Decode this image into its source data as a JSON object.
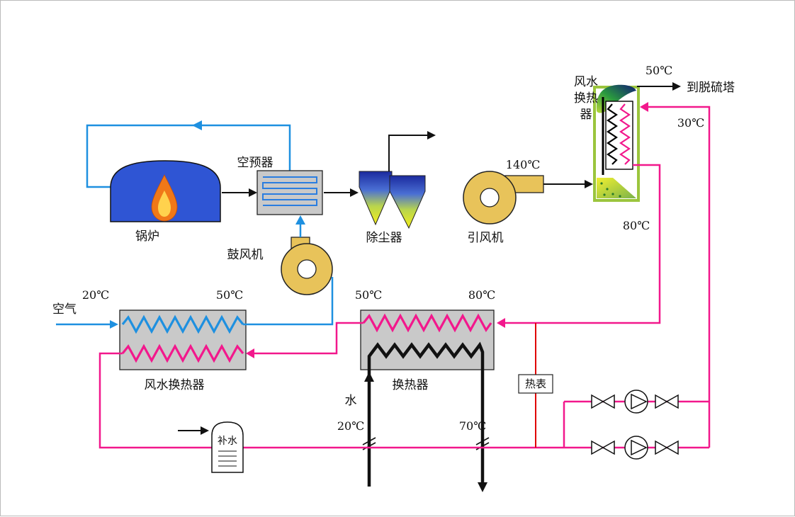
{
  "labels": {
    "air": "空气",
    "boiler": "锅炉",
    "air_preheater": "空预器",
    "blower": "鼓风机",
    "dust_collector": "除尘器",
    "id_fan": "引风机",
    "unit_line1": "风水",
    "unit_line2": "换热",
    "unit_line3": "器",
    "to_desulf": "到脱硫塔",
    "air_water_hx": "风水换热器",
    "heat_exchanger": "换热器",
    "heat_meter": "热表",
    "makeup_water": "补水",
    "water": "水"
  },
  "temps": {
    "stack_out": "50℃",
    "return_in": "30℃",
    "flue_gas": "140℃",
    "supply_out": "80℃",
    "air_in": "20℃",
    "air_out": "50℃",
    "hx_out": "50℃",
    "hx_in": "80℃",
    "water_in": "20℃",
    "water_out": "70℃"
  },
  "colors": {
    "air_line": "#1e90e0",
    "water_line": "#f2188c",
    "meter_line": "#e00000",
    "flue_line": "#111111",
    "fan_fill": "#e8c35a",
    "boiler_fill": "#2f55d4",
    "exchanger_fill": "#c9c9c9",
    "unit_border": "#9bc53d",
    "flame_outer": "#f07818",
    "flame_inner": "#ffd24d"
  }
}
